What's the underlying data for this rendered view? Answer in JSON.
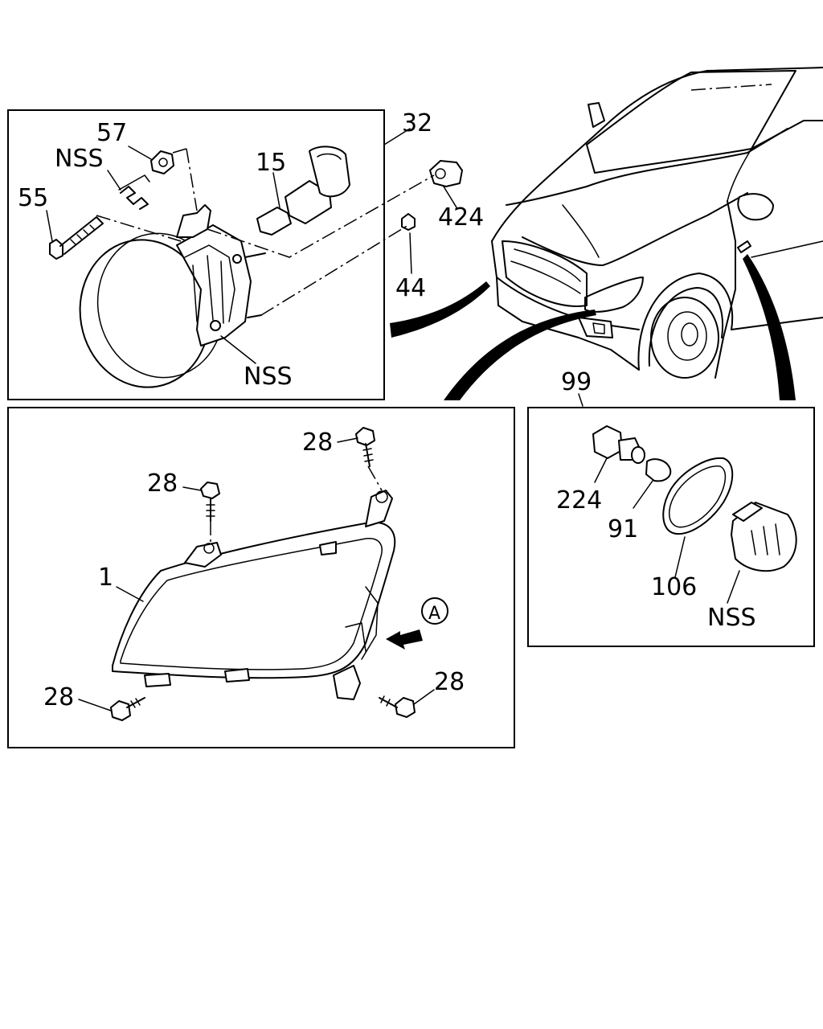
{
  "callouts": {
    "fog_lamp_assembly": "32",
    "bulb": "15",
    "clip": "57",
    "spring": "NSS",
    "adjust_screw": "55",
    "socket": "424",
    "nut": "44",
    "fog_lamp_lens": "NSS",
    "side_marker_assembly": "99",
    "marker_socket": "224",
    "marker_bulb": "91",
    "gasket": "106",
    "marker_lens": "NSS",
    "headlamp": "1",
    "bolt_top_right": "28",
    "bolt_top_left": "28",
    "bolt_bottom_left": "28",
    "bolt_bottom_right": "28",
    "view_marker": "A"
  }
}
